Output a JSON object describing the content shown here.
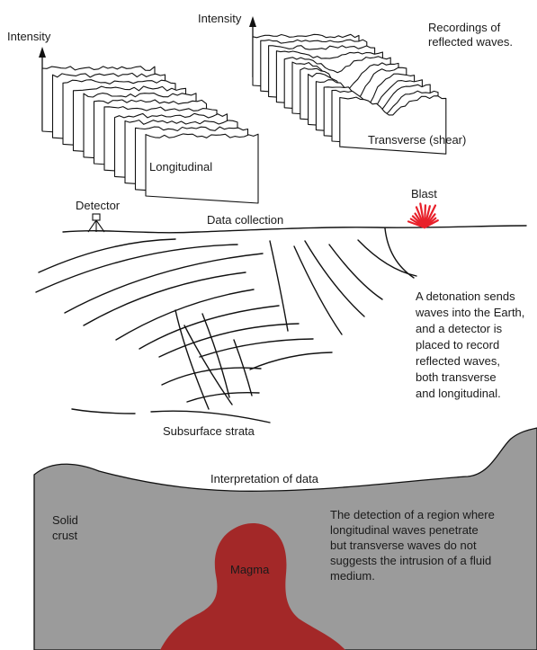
{
  "panel_top": {
    "left_axis_label": "Intensity",
    "left_caption": "Longitudinal",
    "right_axis_label": "Intensity",
    "right_caption": "Transverse (shear)",
    "recordings_line1": "Recordings of",
    "recordings_line2": "reflected waves."
  },
  "panel_middle": {
    "detector_label": "Detector",
    "blast_label": "Blast",
    "data_collection_label": "Data collection",
    "strata_label": "Subsurface strata",
    "description_lines": [
      "A detonation sends",
      "waves into the Earth,",
      "and a detector is",
      "placed to record",
      "reflected waves,",
      "both transverse",
      "and longitudinal."
    ]
  },
  "panel_bottom": {
    "interpretation_label": "Interpretation of data",
    "solid_crust_line1": "Solid",
    "solid_crust_line2": "crust",
    "magma_label": "Magma",
    "detection_lines": [
      "The detection of a region where",
      "longitudinal waves penetrate",
      "but transverse waves do not",
      "suggests the intrusion of a fluid",
      "medium."
    ]
  },
  "colors": {
    "crust": "#9b9b9b",
    "magma": "#a32828",
    "blast": "#e8202a",
    "ink": "#111111"
  }
}
